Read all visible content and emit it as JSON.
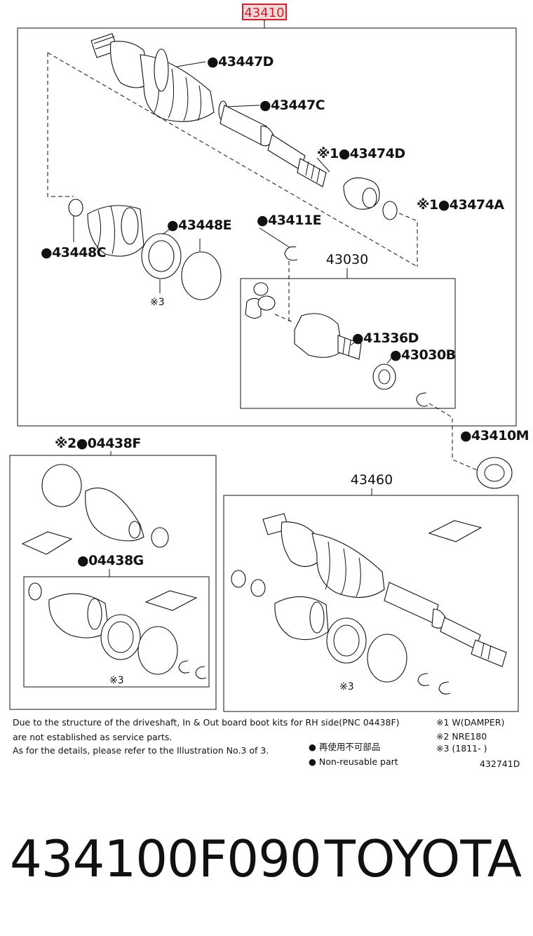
{
  "header": {
    "main_assembly": "43410"
  },
  "labels": {
    "l_43447D": "●43447D",
    "l_43447C": "●43447C",
    "l_43474D": "※1●43474D",
    "l_43474A": "※1●43474A",
    "l_43448C": "●43448C",
    "l_43448E": "●43448E",
    "l_43411E": "●43411E",
    "l_43030": "43030",
    "l_41336D": "●41336D",
    "l_43030B": "●43030B",
    "l_mark3a": "※3",
    "l_43410M": "●43410M",
    "l_04438F": "※2●04438F",
    "l_04438G": "●04438G",
    "l_mark3b": "※3",
    "l_43460": "43460",
    "l_mark3c": "※3"
  },
  "notes": {
    "line1": "Due to the structure of the driveshaft, In & Out board boot kits for RH side(PNC 04438F)",
    "line2": "are not established as service parts.",
    "line3": "As for the details, please refer to the Illustration No.3 of 3.",
    "legend_jp": "● 再使用不可部品",
    "legend_en": "● Non-reusable part",
    "fn1": "※1 W(DAMPER)",
    "fn2": "※2 NRE180",
    "fn3": "※3 (1811-      )",
    "illustration_id": "432741D"
  },
  "footer": {
    "part_number": "434100F090",
    "brand": "TOYOTA"
  },
  "colors": {
    "highlight": "#c4262e",
    "highlight_fill": "#f3d6d8",
    "ink": "#111111"
  }
}
